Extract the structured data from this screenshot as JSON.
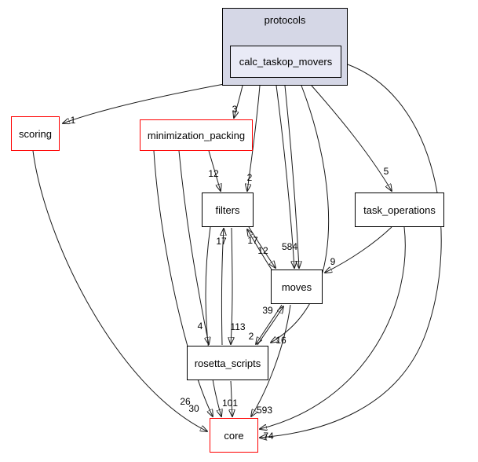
{
  "diagram": {
    "cluster": {
      "label": "protocols"
    },
    "nodes": {
      "calc": {
        "label": "calc_taskop_movers"
      },
      "scoring": {
        "label": "scoring"
      },
      "minpack": {
        "label": "minimization_packing"
      },
      "filters": {
        "label": "filters"
      },
      "taskop": {
        "label": "task_operations"
      },
      "moves": {
        "label": "moves"
      },
      "rscripts": {
        "label": "rosetta_scripts"
      },
      "core": {
        "label": "core"
      }
    },
    "edge_labels": [
      {
        "text": "1"
      },
      {
        "text": "3"
      },
      {
        "text": "12"
      },
      {
        "text": "2"
      },
      {
        "text": "5"
      },
      {
        "text": "17"
      },
      {
        "text": "12"
      },
      {
        "text": "584"
      },
      {
        "text": "9"
      },
      {
        "text": "17"
      },
      {
        "text": "4"
      },
      {
        "text": "113"
      },
      {
        "text": "2"
      },
      {
        "text": "39"
      },
      {
        "text": "16"
      },
      {
        "text": "26"
      },
      {
        "text": "30"
      },
      {
        "text": "101"
      },
      {
        "text": "593"
      },
      {
        "text": "74"
      }
    ],
    "colors": {
      "cluster_fill": "#d5d7e6",
      "current_node_fill": "#e9eaf6",
      "red_border": "#ff0000",
      "black_border": "#000000",
      "edge_stroke": "#1a1a1a"
    }
  }
}
